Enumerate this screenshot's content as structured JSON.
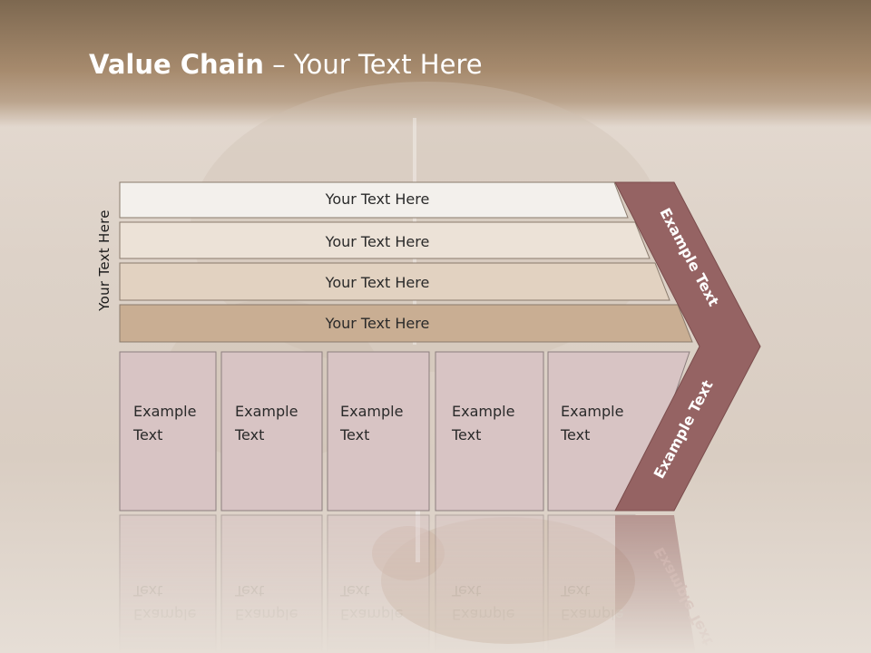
{
  "slide": {
    "title_bold": "Value Chain",
    "title_rest": " – Your Text Here",
    "side_label": "Your Text Here"
  },
  "bands": [
    {
      "label": "Your Text Here",
      "color": "#f3f0ec"
    },
    {
      "label": "Your Text Here",
      "color": "#ece2d7"
    },
    {
      "label": "Your Text Here",
      "color": "#e2d2c1"
    },
    {
      "label": "Your Text Here",
      "color": "#c9ae93"
    }
  ],
  "boxes": [
    {
      "line1": "Example",
      "line2": "Text"
    },
    {
      "line1": "Example",
      "line2": "Text"
    },
    {
      "line1": "Example",
      "line2": "Text"
    },
    {
      "line1": "Example",
      "line2": "Text"
    },
    {
      "line1": "Example",
      "line2": "Text"
    }
  ],
  "chevron": {
    "upper_label": "Example Text",
    "lower_label": "Example Text",
    "color": "#956363"
  },
  "colors": {
    "box_fill": "#d8c4c4",
    "box_stroke": "#8c7e7e",
    "band_stroke": "#8a7b6d"
  }
}
